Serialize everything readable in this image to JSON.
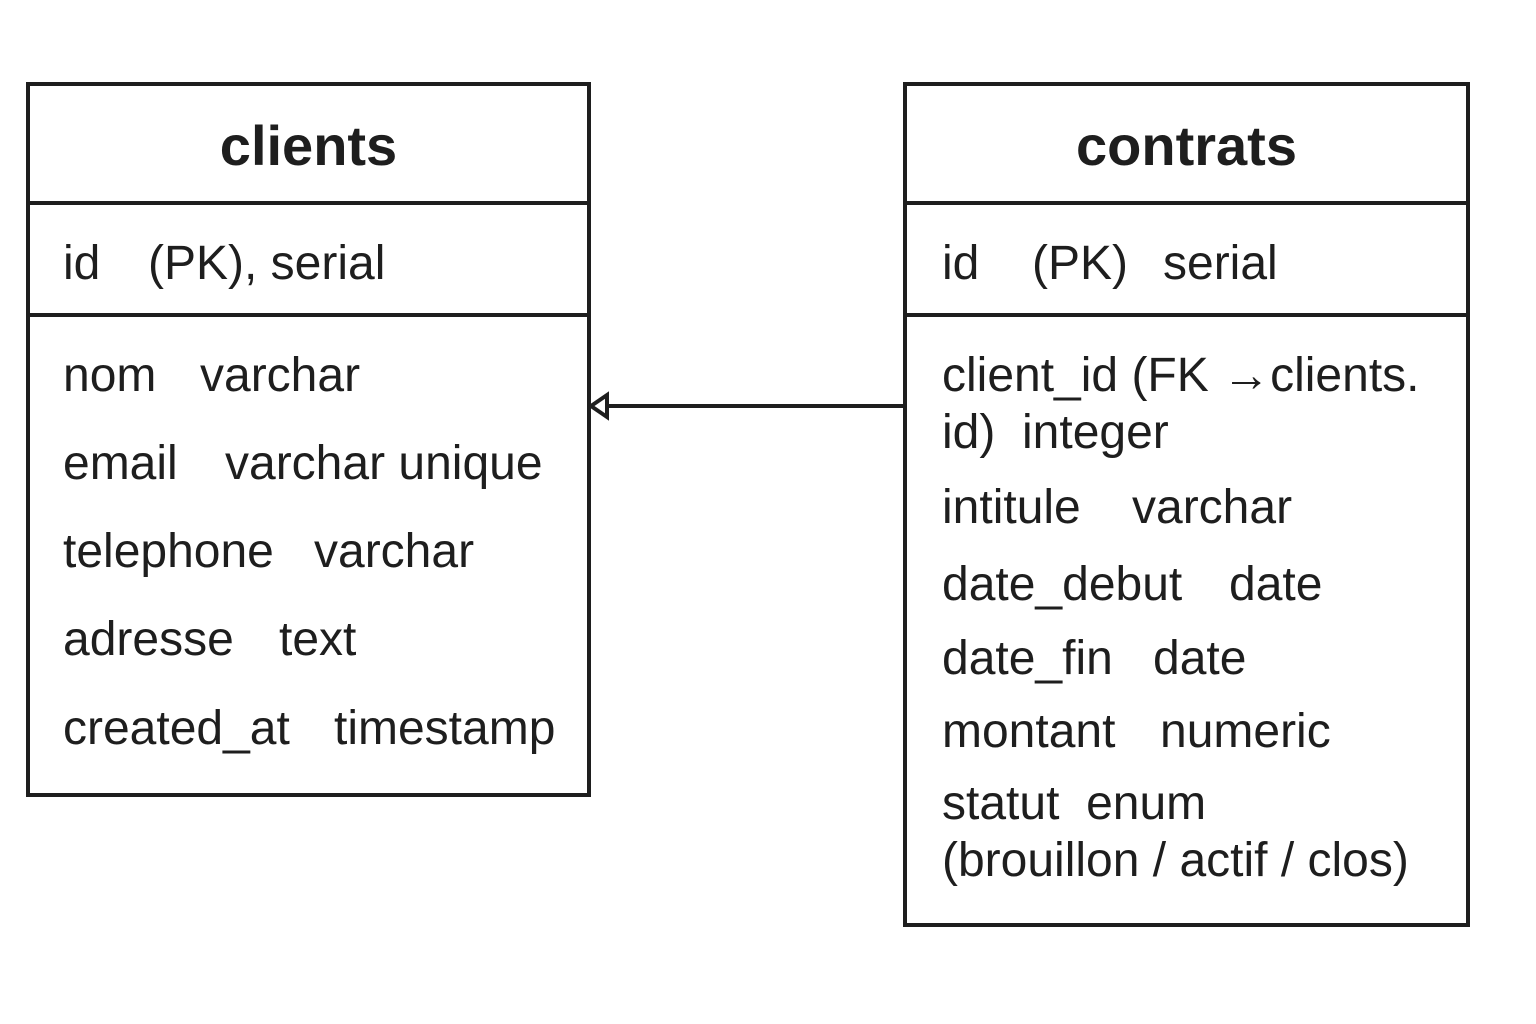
{
  "clients": {
    "title": "clients",
    "pk": {
      "name": "id",
      "detail": "(PK), serial"
    },
    "attributes": [
      {
        "name": "nom",
        "type": "varchar"
      },
      {
        "name": "email",
        "type": "varchar unique"
      },
      {
        "name": "telephone",
        "type": "varchar"
      },
      {
        "name": "adresse",
        "type": "text"
      },
      {
        "name": "created_at",
        "type": "timestamp"
      }
    ]
  },
  "contrats": {
    "title": "contrats",
    "pk": {
      "name": "id",
      "detail": "(PK)",
      "type": "serial"
    },
    "attributes": [
      {
        "line1": "client_id (FK →clients.",
        "line2": "id)  integer"
      },
      {
        "name": "intitule",
        "type": "varchar"
      },
      {
        "name": "date_debut",
        "type": "date"
      },
      {
        "name": "date_fin",
        "type": "date"
      },
      {
        "name": "montant",
        "type": "numeric"
      },
      {
        "line1": "statut  enum",
        "line2": "(brouillon / actif / clos)"
      }
    ]
  },
  "relation": {
    "from": "contrats.client_id",
    "to": "clients",
    "arrow": "open-triangle"
  },
  "colors": {
    "line": "#1e1e1e",
    "background": "#ffffff"
  }
}
